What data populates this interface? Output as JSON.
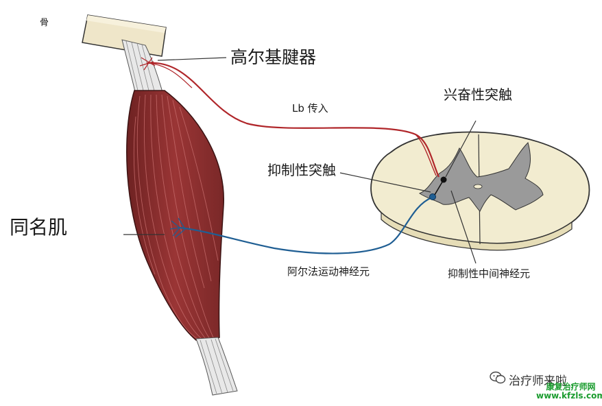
{
  "labels": {
    "bone": "骨",
    "golgi_tendon_organ": "高尔基腱器",
    "lb_afferent": "Lb 传入",
    "excitatory_synapse": "兴奋性突触",
    "inhibitory_synapse": "抑制性突触",
    "synergist_muscle": "同名肌",
    "alpha_motor_neuron": "阿尔法运动神经元",
    "inhibitory_interneuron": "抑制性中间神经元"
  },
  "watermark": {
    "account": "治疗师来啦",
    "site_name": "康复治疗师网",
    "site_url": "www.kfzls.com",
    "icon": "wechat-icon"
  },
  "colors": {
    "muscle": "#8e2f2f",
    "afferent_nerve": "#b0262a",
    "motor_nerve": "#1f5e93",
    "spinal_white_matter": "#f2ecd0",
    "spinal_gray_matter": "#9a9a9a",
    "bone": "#efe6c9"
  }
}
